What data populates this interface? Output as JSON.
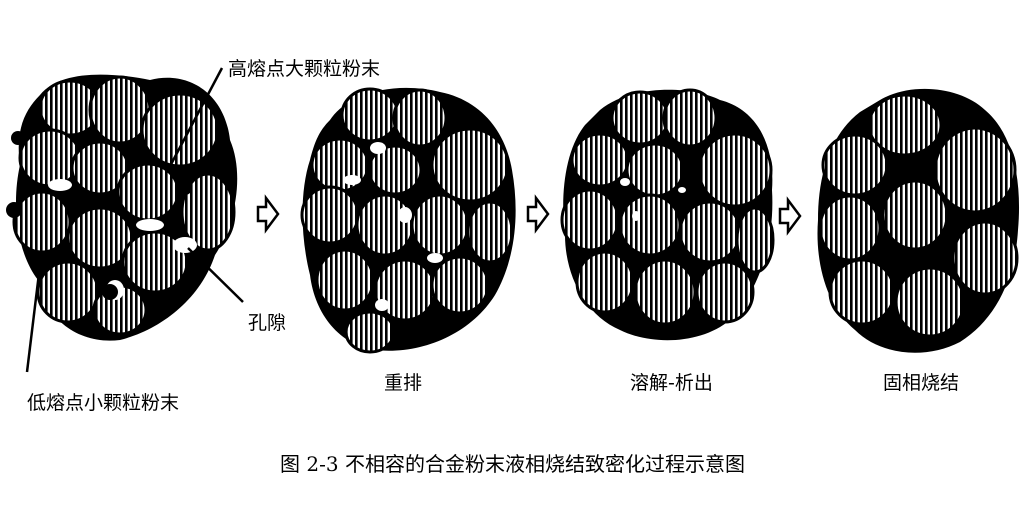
{
  "labels": {
    "high_melting_large": "高熔点大颗粒粉末",
    "low_melting_small": "低熔点小颗粒粉末",
    "pore": "孔隙"
  },
  "stages": [
    {
      "label": "重排"
    },
    {
      "label": "溶解-析出"
    },
    {
      "label": "固相烧结"
    }
  ],
  "caption": "图 2-3  不相容的合金粉末液相烧结致密化过程示意图",
  "colors": {
    "ink": "#000000",
    "background": "#ffffff"
  }
}
